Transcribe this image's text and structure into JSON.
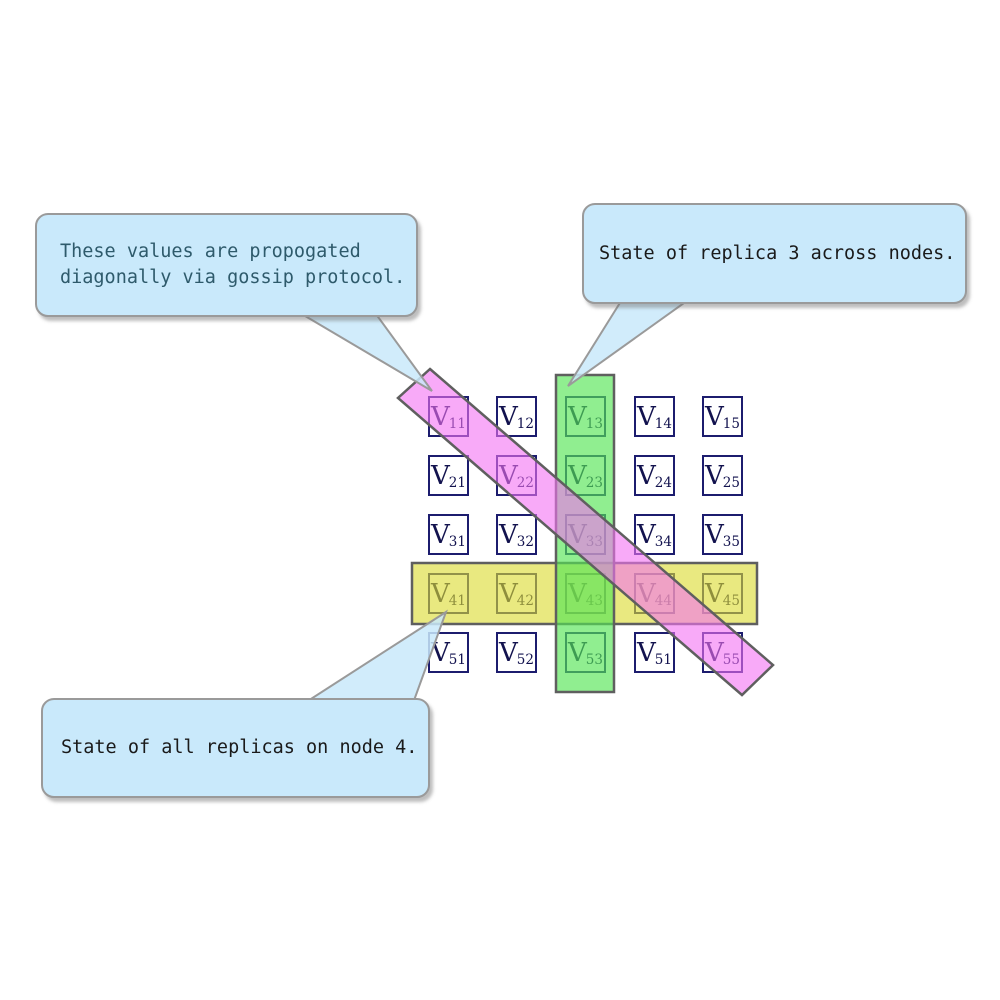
{
  "matrix": {
    "cells": [
      {
        "base": "V",
        "sub": "11"
      },
      {
        "base": "V",
        "sub": "12"
      },
      {
        "base": "V",
        "sub": "13"
      },
      {
        "base": "V",
        "sub": "14"
      },
      {
        "base": "V",
        "sub": "15"
      },
      {
        "base": "V",
        "sub": "21"
      },
      {
        "base": "V",
        "sub": "22"
      },
      {
        "base": "V",
        "sub": "23"
      },
      {
        "base": "V",
        "sub": "24"
      },
      {
        "base": "V",
        "sub": "25"
      },
      {
        "base": "V",
        "sub": "31"
      },
      {
        "base": "V",
        "sub": "32"
      },
      {
        "base": "V",
        "sub": "33"
      },
      {
        "base": "V",
        "sub": "34"
      },
      {
        "base": "V",
        "sub": "35"
      },
      {
        "base": "V",
        "sub": "41"
      },
      {
        "base": "V",
        "sub": "42"
      },
      {
        "base": "V",
        "sub": "43"
      },
      {
        "base": "V",
        "sub": "44"
      },
      {
        "base": "V",
        "sub": "45"
      },
      {
        "base": "V",
        "sub": "51"
      },
      {
        "base": "V",
        "sub": "52"
      },
      {
        "base": "V",
        "sub": "53"
      },
      {
        "base": "V",
        "sub": "51"
      },
      {
        "base": "V",
        "sub": "55"
      }
    ]
  },
  "highlights": {
    "row_band": {
      "fill": "rgba(220,220,50,0.62)",
      "stroke": "#5f5f5f"
    },
    "column_band": {
      "fill": "rgba(85,229,85,0.65)",
      "stroke": "#5f5f5f"
    },
    "diagonal_band": {
      "fill": "rgba(244,113,244,0.60)",
      "stroke": "#5f5f5f"
    }
  },
  "callouts": [
    {
      "lines": [
        "These values are propogated",
        "diagonally via gossip protocol."
      ],
      "text_color": "#2e5a6b"
    },
    {
      "lines": [
        "State of replica 3 across nodes."
      ],
      "text_color": "#1a1a1a"
    },
    {
      "lines": [
        "State of all replicas on node 4."
      ],
      "text_color": "#1a1a1a"
    }
  ],
  "colors": {
    "callout_fill": "#c9e9fb",
    "callout_border": "#9a9a9a",
    "cell_border": "#1c1c6e",
    "cell_text": "#12124e"
  }
}
